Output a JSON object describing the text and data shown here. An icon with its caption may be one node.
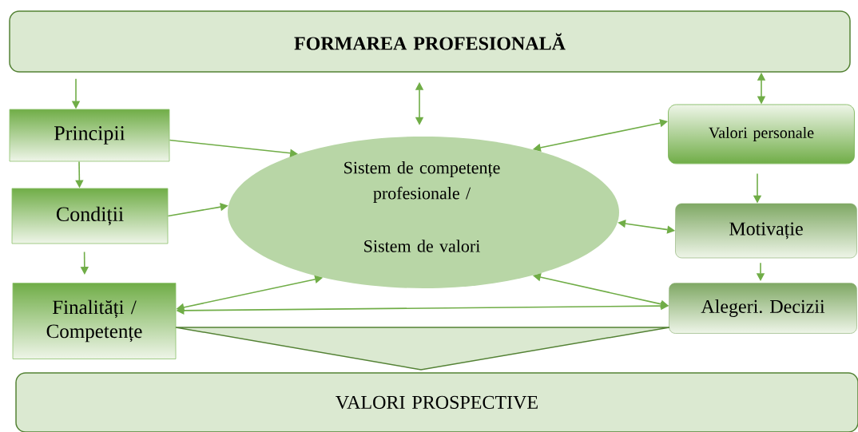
{
  "diagram": {
    "nodes": [
      {
        "text": [
          "FORMAREA PROFESIONALĂ"
        ]
      },
      {
        "text": [
          "Principii"
        ]
      },
      {
        "text": [
          "Condiții"
        ]
      },
      {
        "text": [
          "Finalități / Competențe"
        ]
      },
      {
        "text": [
          "Sistem de competențe profesionale /",
          "Sistem de valori"
        ]
      },
      {
        "text": [
          "Valori personale"
        ]
      },
      {
        "text": [
          "Motivație"
        ]
      },
      {
        "text": [
          "Alegeri. Decizii"
        ]
      },
      {
        "text": [
          "VALORI PROSPECTIVE"
        ]
      },
      {
        "text": [],
        "shape": "triangle"
      }
    ],
    "edges": [
      {
        "from": 0,
        "to": 1,
        "arrow": "to"
      },
      {
        "from": 0,
        "to": 4,
        "arrow": "both"
      },
      {
        "from": 0,
        "to": 5,
        "arrow": "both"
      },
      {
        "from": 1,
        "to": 2,
        "arrow": "to"
      },
      {
        "from": 2,
        "to": 3,
        "arrow": "to"
      },
      {
        "from": 1,
        "to": 4,
        "arrow": "to"
      },
      {
        "from": 2,
        "to": 4,
        "arrow": "to"
      },
      {
        "from": 3,
        "to": 4,
        "arrow": "both"
      },
      {
        "from": 4,
        "to": 5,
        "arrow": "both"
      },
      {
        "from": 4,
        "to": 6,
        "arrow": "both"
      },
      {
        "from": 4,
        "to": 7,
        "arrow": "both"
      },
      {
        "from": 3,
        "to": 7,
        "arrow": "both"
      },
      {
        "from": 5,
        "to": 6,
        "arrow": "to"
      },
      {
        "from": 6,
        "to": 7,
        "arrow": "to"
      }
    ]
  }
}
